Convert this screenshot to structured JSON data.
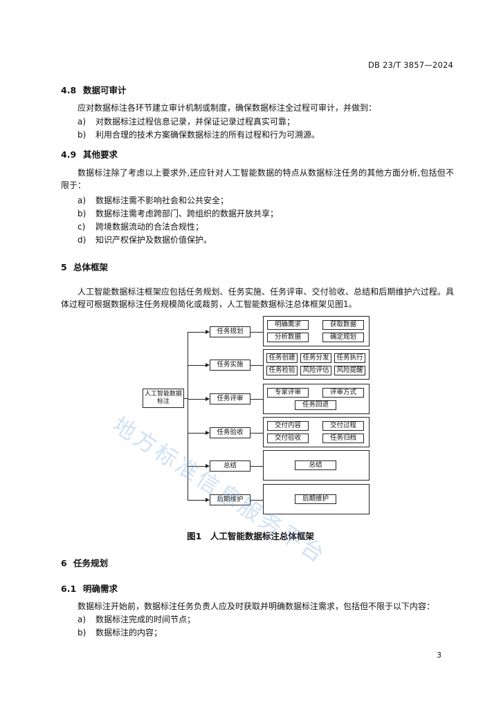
{
  "header": {
    "doc_code": "DB 23/T 3857—2024"
  },
  "s48": {
    "num": "4.8",
    "title": "数据可审计",
    "para": "应对数据标注各环节建立审计机制或制度，确保数据标注全过程可审计，并做到：",
    "items": [
      {
        "mark": "a)",
        "text": "对数据标注过程信息记录，并保证记录过程真实可靠；"
      },
      {
        "mark": "b)",
        "text": "利用合理的技术方案确保数据标注的所有过程和行为可溯源。"
      }
    ]
  },
  "s49": {
    "num": "4.9",
    "title": "其他要求",
    "para": "数据标注除了考虑以上要求外,还应针对人工智能数据的特点从数据标注任务的其他方面分析,包括但不限于：",
    "items": [
      {
        "mark": "a)",
        "text": "数据标注需不影响社会和公共安全；"
      },
      {
        "mark": "b)",
        "text": "数据标注需考虑跨部门、跨组织的数据开放共享；"
      },
      {
        "mark": "c)",
        "text": "跨境数据流动的合法合规性；"
      },
      {
        "mark": "d)",
        "text": "知识产权保护及数据价值保护。"
      }
    ]
  },
  "s5": {
    "num": "5",
    "title": "总体框架",
    "para": "人工智能数据标注框架应包括任务规划、任务实施、任务评审、交付验收、总结和后期维护六过程。具体过程可根据数据标注任务规模简化或裁剪，人工智能数据标注总体框架见图1。"
  },
  "figure": {
    "root": "人工智能数据标注",
    "stages": [
      {
        "label": "任务规划",
        "items": [
          "明确需求",
          "获取数据",
          "分析数据",
          "确定规划"
        ]
      },
      {
        "label": "任务实施",
        "items": [
          "任务创建",
          "任务分发",
          "任务执行",
          "任务检验",
          "风险评估",
          "风险提醒"
        ]
      },
      {
        "label": "任务评审",
        "items": [
          "专家评审",
          "评审方式",
          "任务回退"
        ]
      },
      {
        "label": "任务验收",
        "items": [
          "交付内容",
          "交付过程",
          "交付验收",
          "任务归档"
        ]
      },
      {
        "label": "总结",
        "items": [
          "总结"
        ]
      },
      {
        "label": "后期维护",
        "items": [
          "后期维护"
        ]
      }
    ],
    "caption": "图1　人工智能数据标注总体框架"
  },
  "s6": {
    "num": "6",
    "title": "任务规划"
  },
  "s61": {
    "num": "6.1",
    "title": "明确需求",
    "para": "数据标注开始前，数据标注任务负责人应及时获取并明确数据标注需求，包括但不限于以下内容：",
    "items": [
      {
        "mark": "a)",
        "text": "数据标注完成的时间节点；"
      },
      {
        "mark": "b)",
        "text": "数据标注的内容；"
      }
    ]
  },
  "watermark": "地方标准信息服务平台",
  "page_number": "3"
}
